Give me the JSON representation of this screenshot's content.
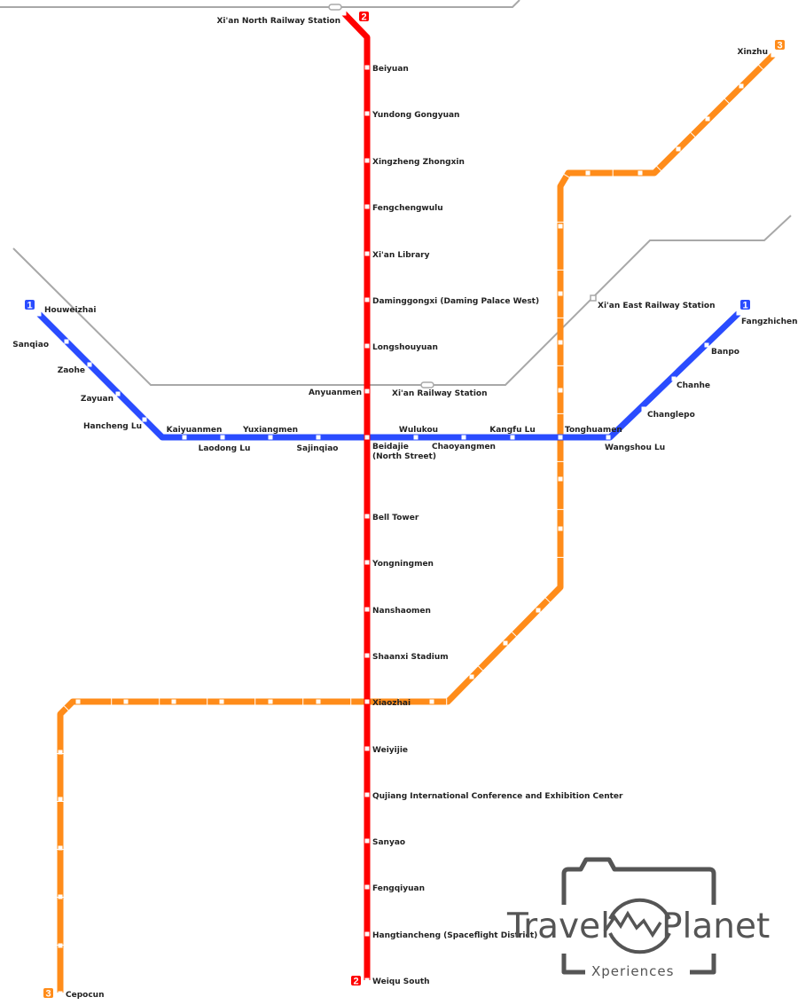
{
  "colors": {
    "line1": "#2a4cff",
    "line2": "#ff0000",
    "line3": "#ff8c1a",
    "rail": "#a8a8a8",
    "logo": "#555555"
  },
  "lines": {
    "line1": {
      "badge": "1",
      "stations": [
        "Houweizhai",
        "Sanqiao",
        "Zaohe",
        "Zayuan",
        "Hancheng Lu",
        "Kaiyuanmen",
        "Laodong Lu",
        "Yuxiangmen",
        "Sajinqiao",
        "Beidajie (North Street)",
        "Wulukou",
        "Chaoyangmen",
        "Kangfu Lu",
        "Tonghuamen",
        "Wangshou Lu",
        "Changlepo",
        "Chanhe",
        "Banpo",
        "Fangzhicheng"
      ]
    },
    "line2": {
      "badge": "2",
      "stations": [
        "Xi'an North Railway Station",
        "Beiyuan",
        "Yundong Gongyuan",
        "Xingzheng Zhongxin",
        "Fengchengwulu",
        "Xi'an Library",
        "Daminggongxi (Daming Palace West)",
        "Longshouyuan",
        "Anyuanmen",
        "Beidajie",
        "Bell Tower",
        "Yongningmen",
        "Nanshaomen",
        "Shaanxi Stadium",
        "Xiaozhai",
        "Weiyijie",
        "Qujiang International Conference and Exhibition Center",
        "Sanyao",
        "Fengqiyuan",
        "Hangtiancheng (Spaceflight District)",
        "Weiqu South"
      ]
    },
    "line3": {
      "badge": "3",
      "stations": [
        "Xinzhu",
        "Cepocun"
      ]
    }
  },
  "labels": {
    "beidajie_line1": "Beidajie",
    "beidajie_line2": "(North Street)"
  },
  "rail_stations": [
    "Xi'an Railway Station",
    "Xi'an East Railway Station"
  ],
  "logo": {
    "main_left": "Travel",
    "main_right": "Planet",
    "sub": "Xperiences"
  }
}
